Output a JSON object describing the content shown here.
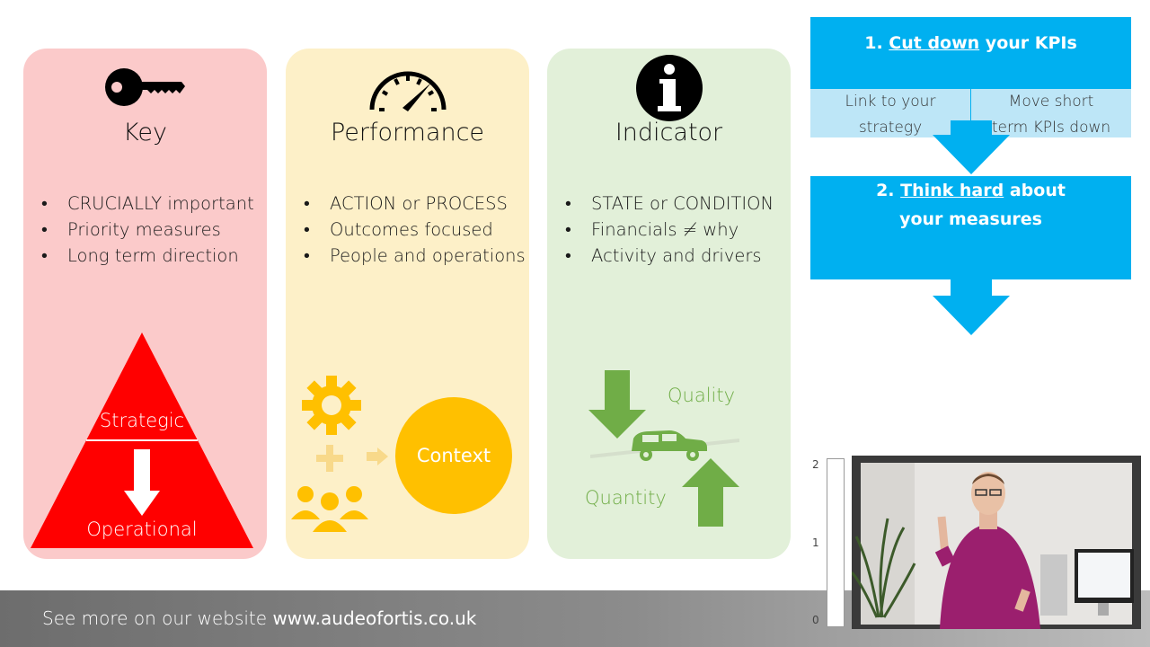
{
  "cards": [
    {
      "title": "Key",
      "icon": "key-icon",
      "bullets": [
        "CRUCIALLY important",
        "Priority measures",
        "Long term direction"
      ],
      "pyramid": {
        "top_label": "Strategic",
        "bottom_label": "Operational"
      }
    },
    {
      "title": "Performance",
      "icon": "speedometer-icon",
      "bullets": [
        "ACTION or PROCESS",
        "Outcomes focused",
        "People and operations"
      ],
      "context_label": "Context"
    },
    {
      "title": "Indicator",
      "icon": "info-icon",
      "bullets": [
        "STATE or CONDITION",
        "Financials ≠ why",
        "Activity and drivers"
      ],
      "quality_label": "Quality",
      "quantity_label": "Quantity"
    }
  ],
  "flow": {
    "step1": {
      "prefix": "1. ",
      "emphasis": "Cut down",
      "suffix": " your KPIs"
    },
    "step1_sub": [
      "Link to your strategy",
      "Move short term KPIs down"
    ],
    "step2": {
      "prefix": "2. ",
      "emphasis": "Think hard",
      "suffix": " about your measures"
    }
  },
  "footer": {
    "prefix": "See more on our website ",
    "url": "www.audeofortis.co.uk"
  },
  "scale_ticks": [
    "2",
    "1",
    "0"
  ],
  "colors": {
    "key_card": "#fbcaca",
    "performance_card": "#fdf0c8",
    "indicator_card": "#e2f0d9",
    "pyramid_red": "#ff0000",
    "gear_yellow": "#ffc000",
    "indicator_green": "#70ad47",
    "flow_blue": "#00b0f0",
    "flow_light_blue": "#bde6f7"
  }
}
